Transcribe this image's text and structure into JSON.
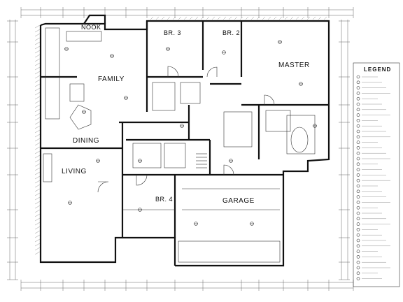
{
  "rooms": {
    "nook": "NOOK",
    "br3": "BR. 3",
    "br2": "BR. 2",
    "master": "MASTER",
    "family": "FAMILY",
    "dining": "DINING",
    "living": "LIVING",
    "br4": "BR. 4",
    "garage": "GARAGE"
  },
  "legend": {
    "title": "LEGEND"
  },
  "icons": [
    "door-swing-icon",
    "stair-icon",
    "fixture-icon",
    "outlet-icon"
  ]
}
